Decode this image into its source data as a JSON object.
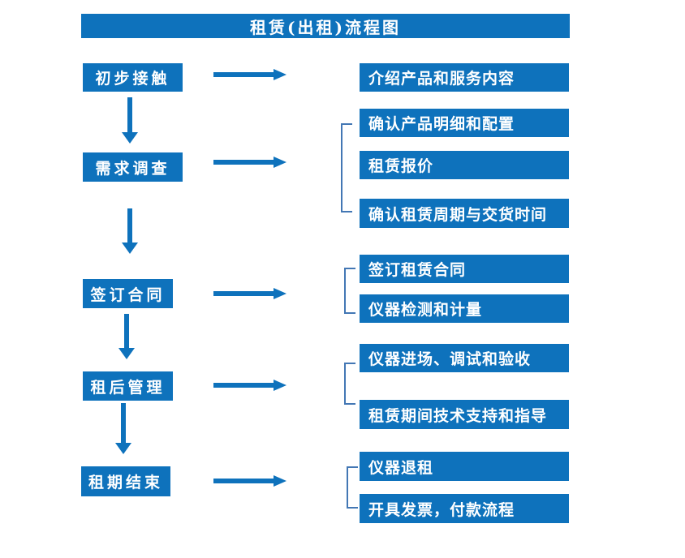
{
  "title": "租赁(出租)流程图",
  "colors": {
    "primary": "#0E72BC",
    "bracket": "#4377B4",
    "text_on_primary": "#FFFFFF",
    "background": "#FFFFFF"
  },
  "flow": [
    {
      "step": "初步接触",
      "details": [
        "介绍产品和服务内容"
      ]
    },
    {
      "step": "需求调查",
      "details": [
        "确认产品明细和配置",
        "租赁报价",
        "确认租赁周期与交货时间"
      ]
    },
    {
      "step": "签订合同",
      "details": [
        "签订租赁合同",
        "仪器检测和计量"
      ]
    },
    {
      "step": "租后管理",
      "details": [
        "仪器进场、调试和验收",
        "租赁期间技术支持和指导"
      ]
    },
    {
      "step": "租期结束",
      "details": [
        "仪器退租",
        "开具发票，付款流程"
      ]
    }
  ]
}
